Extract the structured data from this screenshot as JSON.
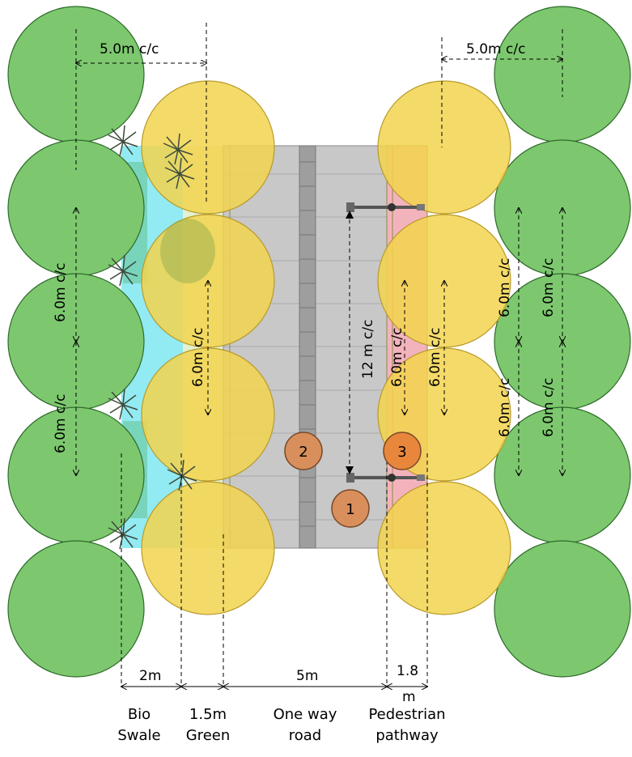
{
  "spacing": {
    "top_left": "5.0m c/c",
    "top_right": "5.0m c/c",
    "left_outer_1": "6.0m c/c",
    "left_outer_2": "6.0m c/c",
    "left_inner": "6.0m c/c",
    "road_gap": "12 m c/c",
    "right_inner_1": "6.0m c/c",
    "right_inner_2": "6.0m c/c",
    "right_outer_a1": "6.0m c/c",
    "right_outer_a2": "6.0m c/c",
    "right_outer_b1": "6.0m c/c",
    "right_outer_b2": "6.0m c/c"
  },
  "widths": {
    "bioswale": "2m",
    "green": "1.5m",
    "road": "5m",
    "pathway_1": "1.8",
    "pathway_2": "m"
  },
  "zones": {
    "bioswale_1": "Bio",
    "bioswale_2": "Swale",
    "green_1": "1.5m",
    "green_2": "Green",
    "road_1": "One way",
    "road_2": "road",
    "pathway_1": "Pedestrian",
    "pathway_2": "pathway"
  },
  "markers": {
    "m1": "1",
    "m2": "2",
    "m3": "3"
  },
  "colors": {
    "outer_tree": "#7dc86f",
    "inner_tree": "#f2d34d",
    "road": "#c8c8c8",
    "median": "#9e9e9e",
    "swale": "#7fe8f0",
    "pathway": "#f3b3bc",
    "marker": "#d98f5c",
    "marker_highlight": "#e8873c"
  }
}
